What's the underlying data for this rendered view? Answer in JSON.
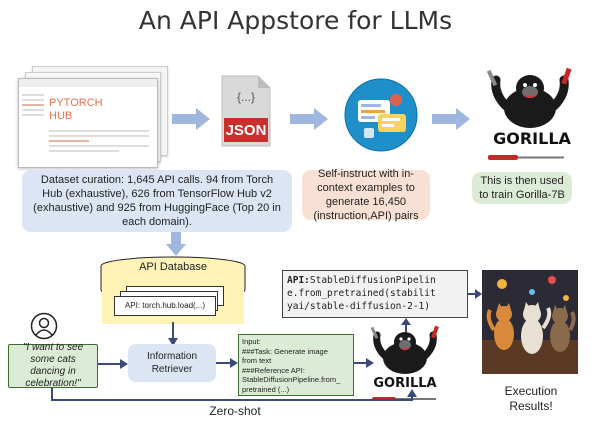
{
  "title": "An API Appstore for LLMs",
  "hub_page": {
    "heading_line1": "PYTORCH",
    "heading_line2": "HUB"
  },
  "json_icon": {
    "label": "JSON",
    "glyph": "{...}"
  },
  "gorilla_top": {
    "label": "GORILLA"
  },
  "gorilla_bottom": {
    "label": "GORILLA"
  },
  "dataset_box": {
    "text": "Dataset curation: 1,645 API calls. 94 from Torch Hub (exhaustive), 626 from TensorFlow Hub v2 (exhaustive) and 925 from HuggingFace (Top 20 in each domain)."
  },
  "self_instruct_box": {
    "text": "Self-instruct with in-context examples to generate 16,450 (instruction,API) pairs"
  },
  "train_box": {
    "text": "This is then used to train Gorilla-7B"
  },
  "api_database": {
    "title": "API Database",
    "entry": "API: torch.hub.load(...)"
  },
  "user_prompt": {
    "text": "\"I want to see some cats dancing in celebration!\""
  },
  "retriever": {
    "text": "Information Retriever"
  },
  "prompt_box": {
    "line1": "Input:",
    "line2": "###Task: Generate image",
    "line3": "from text",
    "line4": "###Reference API:",
    "line5": "StableDiffusionPipeline.from_",
    "line6": "pretrained (...)"
  },
  "api_output": {
    "line1_bold": "API:",
    "line1": "StableDiffusionPipelin",
    "line2": "e.from_pretrained(stabilit",
    "line3": "yai/stable-diffusion-2-1)"
  },
  "zero_shot": {
    "label": "Zero-shot"
  },
  "execution": {
    "line1": "Execution",
    "line2": "Results!"
  },
  "colors": {
    "arrow": "#9fb7df",
    "arrow_dark": "#3a4b7a",
    "blue": "#dbe5f3",
    "peach": "#f8e1d4",
    "green": "#dcebd6",
    "yellow": "#fff3b8",
    "json_red": "#c9302c"
  }
}
